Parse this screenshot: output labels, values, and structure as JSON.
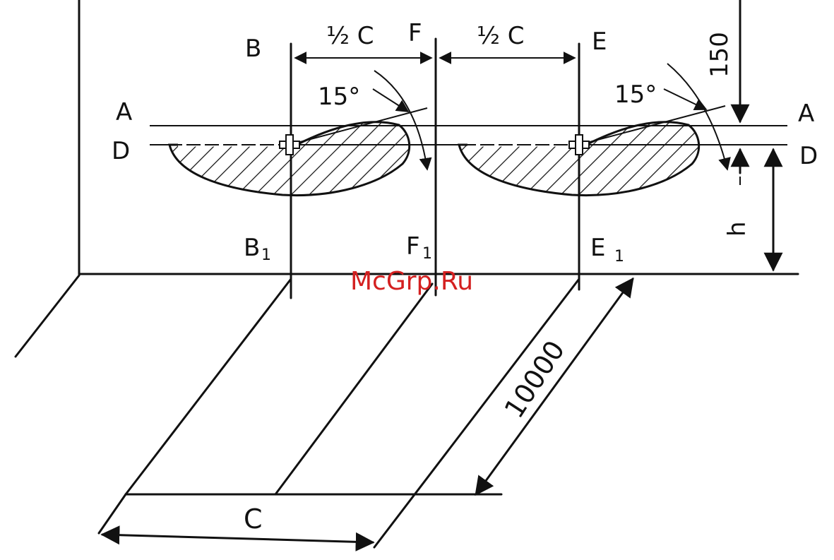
{
  "labels": {
    "b": "B",
    "b1": "B",
    "b1_sub": "1",
    "f": "F",
    "f1": "F",
    "f1_sub": "1",
    "e": "E",
    "e1": "E",
    "e1_sub": "1",
    "a_left": "A",
    "a_right": "A",
    "d_left": "D",
    "d_right": "D"
  },
  "dimensions": {
    "half_c_left": "½ C",
    "half_c_right": "½ C",
    "angle_left": "15°",
    "angle_right": "15°",
    "offset_150": "150",
    "height_h": "h",
    "width_c": "C",
    "distance_10000": "10000"
  },
  "watermark": "McGrp.Ru",
  "colors": {
    "ink": "#111111",
    "watermark": "#d42020"
  }
}
